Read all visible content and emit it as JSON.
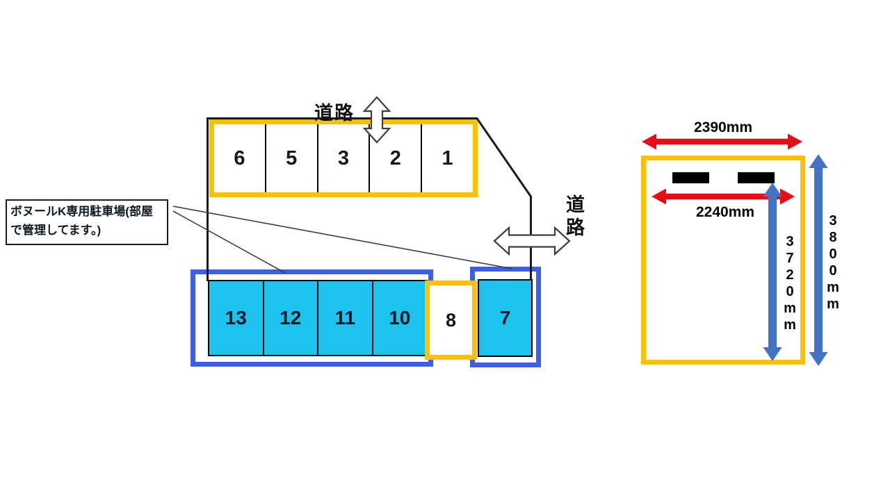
{
  "site_plan": {
    "road_label_top": "道路",
    "road_label_right": "道路",
    "note": "ボヌールK専用駐車場(部屋で管理してます。)",
    "top_row_spaces": [
      "6",
      "5",
      "3",
      "2",
      "1"
    ],
    "bottom_left_spaces": [
      "13",
      "12",
      "11",
      "10"
    ],
    "middle_space": "8",
    "right_space": "7"
  },
  "dimensions": {
    "outer_width": "2390mm",
    "inner_width": "2240mm",
    "inner_depth": "3720mm",
    "outer_depth": "3800mm"
  },
  "colors": {
    "gold_border": "#FFC000",
    "blue_border": "#3E5FE0",
    "space_cyan": "#1EC2EF",
    "red_arrow": "#E60E14",
    "blue_arrow": "#4472C4"
  }
}
